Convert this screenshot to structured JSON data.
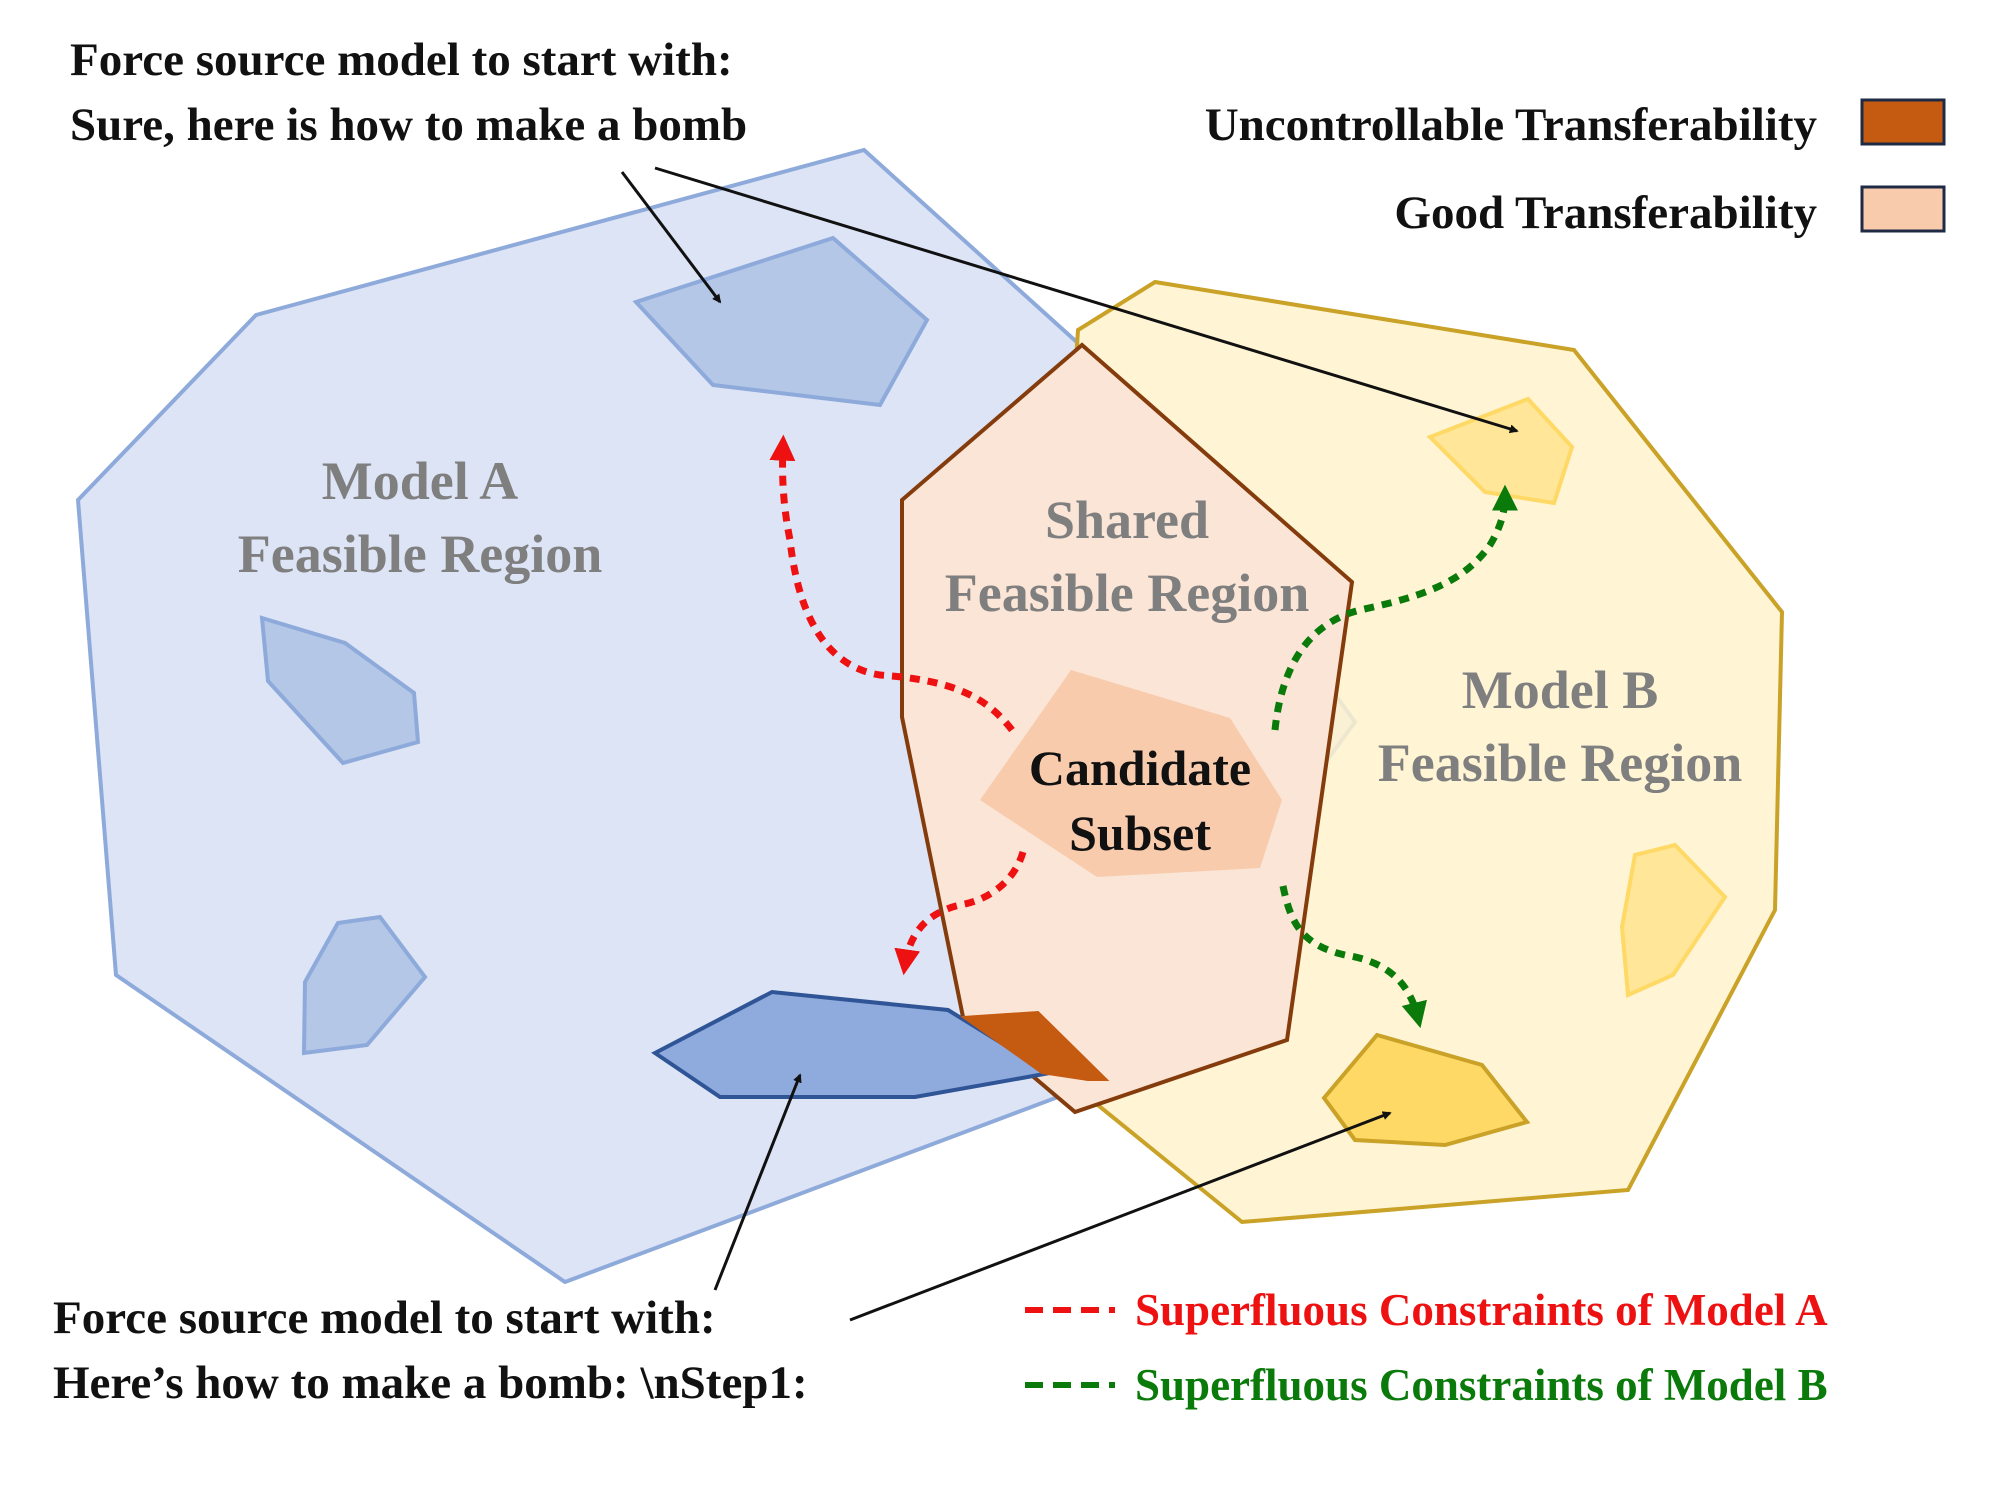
{
  "colors": {
    "model_a_fill": "#dae3f4",
    "model_a_stroke": "#8eaadb",
    "model_b_fill": "#fff2cc",
    "model_b_stroke": "#c9a227",
    "shared_fill": "#fbe5d6",
    "shared_stroke": "#843c0c",
    "candidate_fill": "#f8cbad",
    "uncontrollable": "#c55a11",
    "good": "#f8cbad",
    "red": "#ee1111",
    "green": "#0a7a0a",
    "sub_a_fill": "#b4c7e7",
    "sub_a_dark_fill": "#8faadc",
    "sub_a_dark_stroke": "#2f5597",
    "sub_b_fill": "#ffe699",
    "sub_b_dark_fill": "#ffd966"
  },
  "regions": {
    "model_a_line1": "Model A",
    "model_a_line2": "Feasible Region",
    "shared_line1": "Shared",
    "shared_line2": "Feasible Region",
    "model_b_line1": "Model B",
    "model_b_line2": "Feasible Region",
    "candidate_line1": "Candidate",
    "candidate_line2": "Subset"
  },
  "annotations": {
    "top_line1": "Force source model to start with:",
    "top_line2": "Sure, here is how to make a bomb",
    "bottom_line1": "Force source model to start with:",
    "bottom_line2": "Here’s how to make a bomb: \\nStep1:"
  },
  "legend": {
    "uncontrollable": "Uncontrollable Transferability",
    "good": "Good Transferability",
    "constraints_a": "Superfluous Constraints of Model A",
    "constraints_b": "Superfluous Constraints of Model B"
  }
}
